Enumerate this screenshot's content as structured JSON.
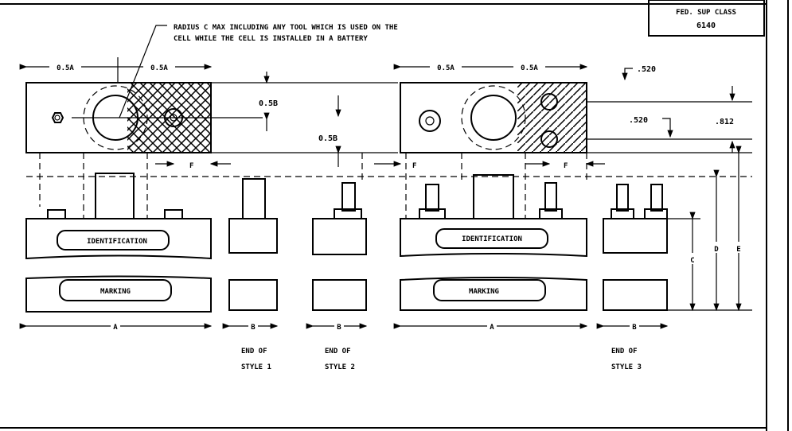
{
  "title_block": {
    "line1": "FED. SUP CLASS",
    "line2": "6140"
  },
  "note": {
    "line1": "RADIUS C MAX INCLUDING ANY TOOL WHICH IS USED ON THE",
    "line2": "CELL WHILE THE CELL IS INSTALLED IN A BATTERY"
  },
  "dims": {
    "half_a": "0.5A",
    "half_b": "0.5B",
    "f": "F",
    "a": "A",
    "b": "B",
    "c": "C",
    "d": "D",
    "e": "E",
    "d520": ".520",
    "d812": ".812"
  },
  "labels": {
    "identification": "IDENTIFICATION",
    "marking": "MARKING"
  },
  "ends": [
    {
      "l1": "END OF",
      "l2": "STYLE 1"
    },
    {
      "l1": "END OF",
      "l2": "STYLE 2"
    },
    {
      "l1": "END OF",
      "l2": "STYLE 3"
    }
  ]
}
